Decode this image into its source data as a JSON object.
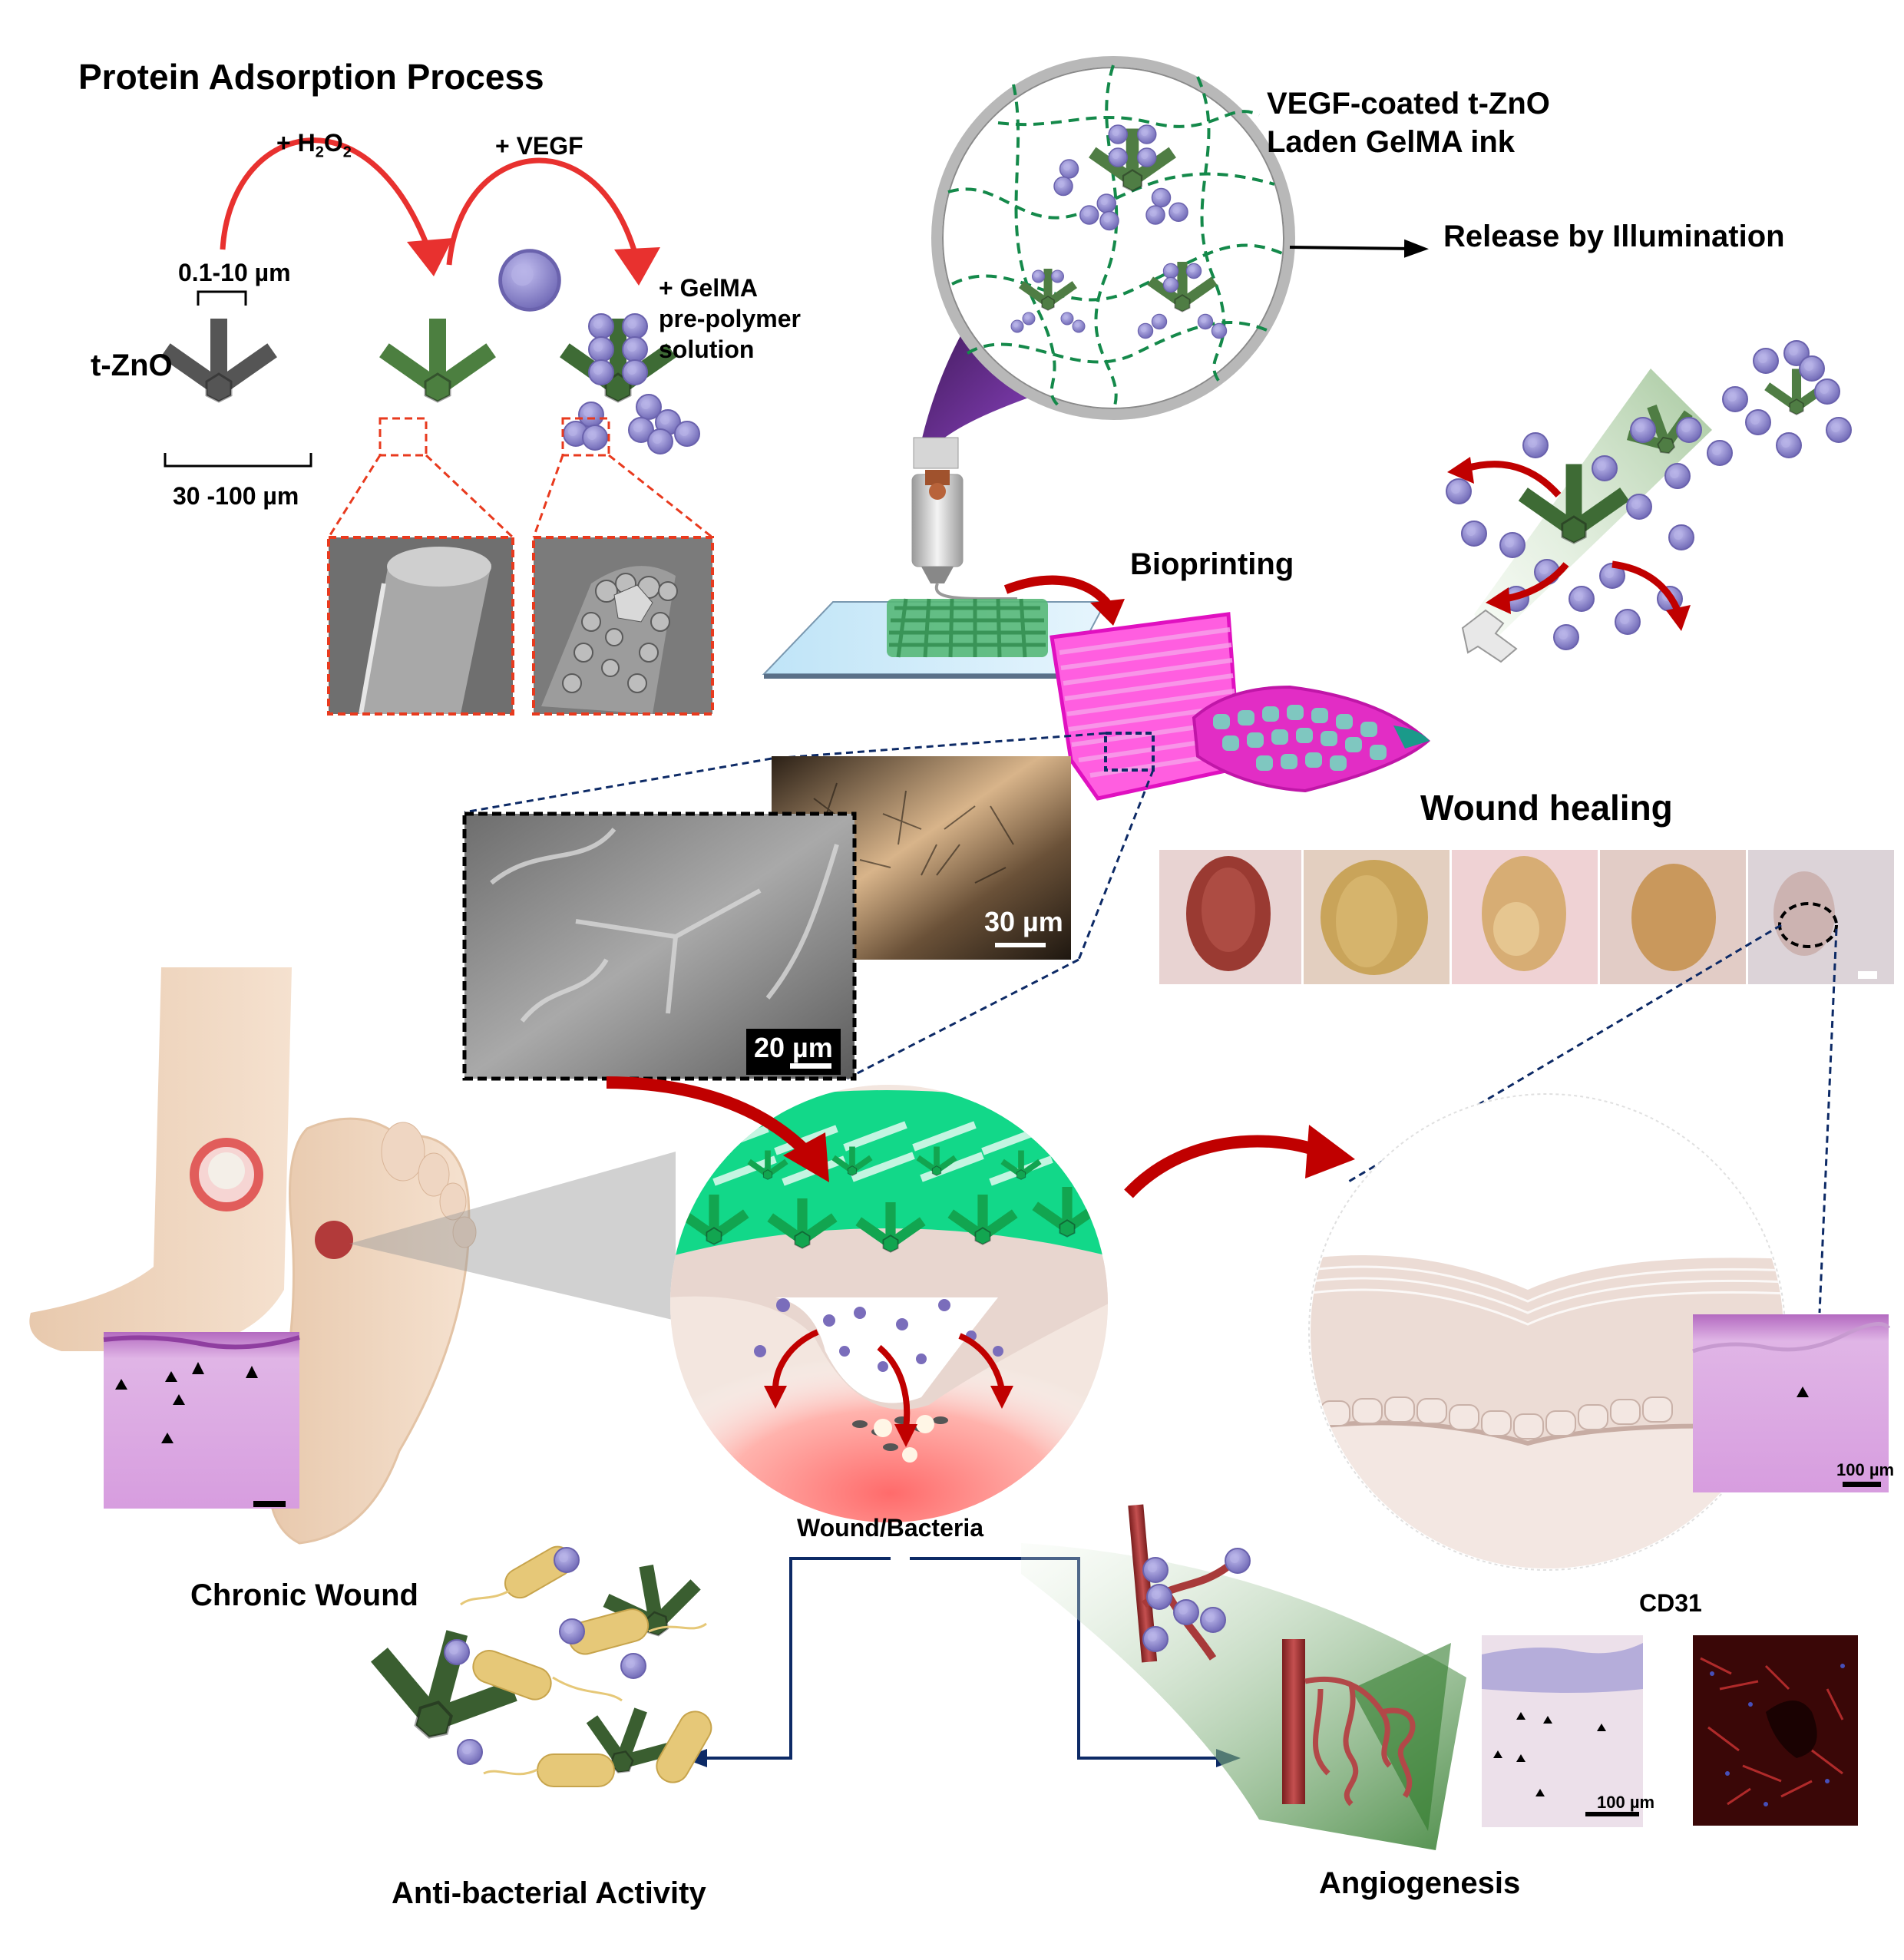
{
  "figure": {
    "sections": {
      "protein_adsorption": {
        "title": "Protein Adsorption Process",
        "step1_label": "+ H",
        "step1_sub1": "2",
        "step1_mid": "O",
        "step1_sub2": "2",
        "step2_label": "+ VEGF",
        "arm_width_label": "0.1-10 µm",
        "tzno_label": "t-ZnO",
        "size_label": "30 -100 µm",
        "gelma_label": "+ GelMA\npre-polymer\nsolution"
      },
      "ink": {
        "title_line1": "VEGF-coated t-ZnO",
        "title_line2": "Laden GelMA ink"
      },
      "release": {
        "title": "Release by Illumination"
      },
      "bioprinting": {
        "title": "Bioprinting"
      },
      "micrographs": {
        "sem_scale": "20 µm",
        "optical_scale": "30 µm"
      },
      "wound_healing": {
        "title": "Wound healing",
        "photo_count": 5,
        "histology_scale": "100 µm"
      },
      "chronic_wound": {
        "title": "Chronic Wound"
      },
      "wound_bacteria": {
        "title": "Wound/Bacteria"
      },
      "antibacterial": {
        "title": "Anti-bacterial Activity"
      },
      "angiogenesis": {
        "title": "Angiogenesis",
        "cd31_label": "CD31",
        "ihc_scale": "100 µm"
      }
    },
    "colors": {
      "arrow_red": "#c00000",
      "arrow_red_light": "#e8312f",
      "tzno_gray": "#4a4a4a",
      "tzno_green": "#3e6b35",
      "vegf_purple": "#8a84c8",
      "gelma_green": "#1fa85a",
      "scaffold_magenta": "#ff3cd2",
      "connector_navy": "#0d2a66",
      "sem_box_red": "#e83a1e",
      "he_pink": "#c98bd0"
    }
  }
}
